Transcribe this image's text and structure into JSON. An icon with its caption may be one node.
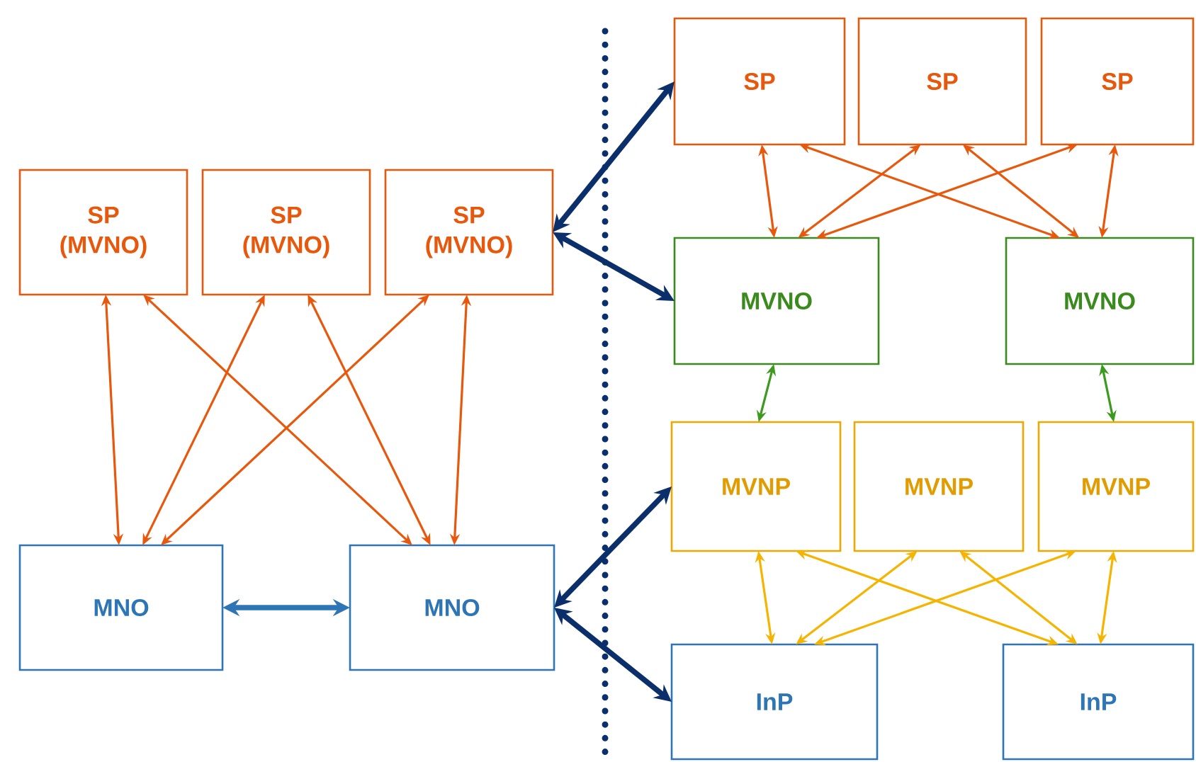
{
  "diagram": {
    "nodes": [
      {
        "text": [
          "SP (MVNO)"
        ]
      },
      {
        "text": [
          "SP (MVNO)"
        ]
      },
      {
        "text": [
          "SP (MVNO)"
        ]
      },
      {
        "text": [
          "MNO"
        ]
      },
      {
        "text": [
          "MNO"
        ]
      },
      {
        "text": [
          "SP"
        ]
      },
      {
        "text": [
          "SP"
        ]
      },
      {
        "text": [
          "SP"
        ]
      },
      {
        "text": [
          "MVNO"
        ]
      },
      {
        "text": [
          "MVNO"
        ]
      },
      {
        "text": [
          "MVNP"
        ]
      },
      {
        "text": [
          "MVNP"
        ]
      },
      {
        "text": [
          "MVNP"
        ]
      },
      {
        "text": [
          "InP"
        ]
      },
      {
        "text": [
          "InP"
        ]
      }
    ],
    "edges": [
      {
        "from": 0,
        "to": 3,
        "arrow": "both"
      },
      {
        "from": 0,
        "to": 4,
        "arrow": "both"
      },
      {
        "from": 1,
        "to": 3,
        "arrow": "both"
      },
      {
        "from": 1,
        "to": 4,
        "arrow": "both"
      },
      {
        "from": 2,
        "to": 3,
        "arrow": "both"
      },
      {
        "from": 2,
        "to": 4,
        "arrow": "both"
      },
      {
        "from": 3,
        "to": 4,
        "arrow": "both",
        "style": "thick",
        "color": "#2e75b6"
      },
      {
        "from": 2,
        "to": 5,
        "arrow": "both",
        "style": "thick",
        "color": "#0b2f6b"
      },
      {
        "from": 2,
        "to": 8,
        "arrow": "both",
        "style": "thick",
        "color": "#0b2f6b"
      },
      {
        "from": 4,
        "to": 10,
        "arrow": "both",
        "style": "thick",
        "color": "#0b2f6b"
      },
      {
        "from": 4,
        "to": 13,
        "arrow": "both",
        "style": "thick",
        "color": "#0b2f6b"
      },
      {
        "from": 5,
        "to": 8,
        "arrow": "both"
      },
      {
        "from": 5,
        "to": 9,
        "arrow": "both"
      },
      {
        "from": 6,
        "to": 8,
        "arrow": "both"
      },
      {
        "from": 6,
        "to": 9,
        "arrow": "both"
      },
      {
        "from": 7,
        "to": 8,
        "arrow": "both"
      },
      {
        "from": 7,
        "to": 9,
        "arrow": "both"
      },
      {
        "from": 8,
        "to": 10,
        "arrow": "both",
        "color": "#3c9a1e"
      },
      {
        "from": 9,
        "to": 12,
        "arrow": "both",
        "color": "#3c9a1e"
      },
      {
        "from": 10,
        "to": 13,
        "arrow": "both",
        "color": "#f5b400"
      },
      {
        "from": 10,
        "to": 14,
        "arrow": "both",
        "color": "#f5b400"
      },
      {
        "from": 11,
        "to": 13,
        "arrow": "both",
        "color": "#f5b400"
      },
      {
        "from": 11,
        "to": 14,
        "arrow": "both",
        "color": "#f5b400"
      },
      {
        "from": 12,
        "to": 13,
        "arrow": "both",
        "color": "#f5b400"
      },
      {
        "from": 12,
        "to": 14,
        "arrow": "both",
        "color": "#f5b400"
      }
    ]
  }
}
